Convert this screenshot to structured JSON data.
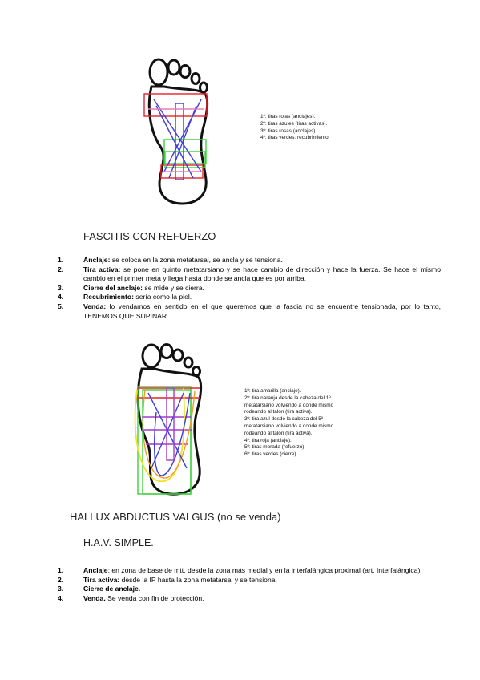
{
  "figure1": {
    "legend": [
      "1º: tiras rojas (anclajes).",
      "2º: tiras azules (tiras activas).",
      "3º: tiras rosas (anclajes).",
      "4º: tiras verdes: recubrimiento."
    ],
    "colors": {
      "red": "#e8212a",
      "blue": "#3f3fd8",
      "pink": "#e87cc0",
      "green": "#3cd13c"
    }
  },
  "section1": {
    "title": "FASCITIS CON REFUERZO",
    "items": [
      {
        "num": "1.",
        "term": "Anclaje:",
        "text": " se coloca en la zona metatarsal, se ancla y se tensiona."
      },
      {
        "num": "2.",
        "term": "Tira activa:",
        "text": " se pone en quinto metatarsiano y se hace cambio de dirección y hace la fuerza. Se hace el mismo cambio en el primer meta y llega hasta donde se ancla que es por arriba."
      },
      {
        "num": "3.",
        "term": "Cierre del anclaje:",
        "text": " se mide y se cierra."
      },
      {
        "num": "4.",
        "term": "Recubrimiento:",
        "text": " sería como la piel."
      },
      {
        "num": "5.",
        "term": "Venda:",
        "text": " lo vendamos en sentido en el que queremos que la fascia no se encuentre tensionada, por lo tanto, TENEMOS QUE SUPINAR."
      }
    ]
  },
  "figure2": {
    "legend": [
      "1º: tira amarilla (anclaje).",
      "2º: tira naranja desde la cabeza del 1º",
      "metatarsiano volviendo a donde mismo",
      "rodeando al talón (tira activa).",
      "3º: tira azul desde la cabeza del 5º",
      "metatarsiano volviendo a donde mismo",
      "rodeando al talón (tira activa).",
      "4º: tira roja (anclaje).",
      "5º: tiras morada (refuerzo).",
      "6º: tiras verdes (cierre)."
    ],
    "colors": {
      "yellow": "#f2e227",
      "orange": "#f59a23",
      "blue": "#3f3fd8",
      "red": "#e8212a",
      "purple": "#a23cc9",
      "green": "#3cd13c"
    }
  },
  "section2": {
    "title_main": "HALLUX ABDUCTUS VALGUS",
    "title_note": " (no se venda)",
    "subtitle": "H.A.V. SIMPLE.",
    "items": [
      {
        "num": "1.",
        "term": "Anclaje",
        "text": ": en zona de base de mtt, desde la zona más medial y en la interfalángica proximal (art. Interfalángica)"
      },
      {
        "num": "2.",
        "term": "Tira activa:",
        "text": " desde la IP hasta la zona metatarsal y se tensiona."
      },
      {
        "num": "3.",
        "term": "Cierre de anclaje.",
        "text": ""
      },
      {
        "num": "4.",
        "term": "Venda.",
        "text": " Se venda con fin de protección."
      }
    ]
  }
}
